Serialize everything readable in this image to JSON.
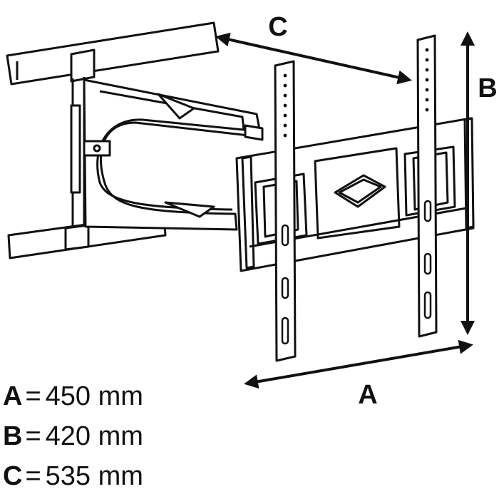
{
  "diagram": {
    "labels": {
      "a": "A",
      "b": "B",
      "c": "C"
    }
  },
  "legend": {
    "equals": "=",
    "items": [
      {
        "letter": "A",
        "value": "450 mm"
      },
      {
        "letter": "B",
        "value": "420 mm"
      },
      {
        "letter": "C",
        "value": "535 mm"
      }
    ]
  },
  "colors": {
    "line": "#111111",
    "fill": "#ffffff"
  }
}
